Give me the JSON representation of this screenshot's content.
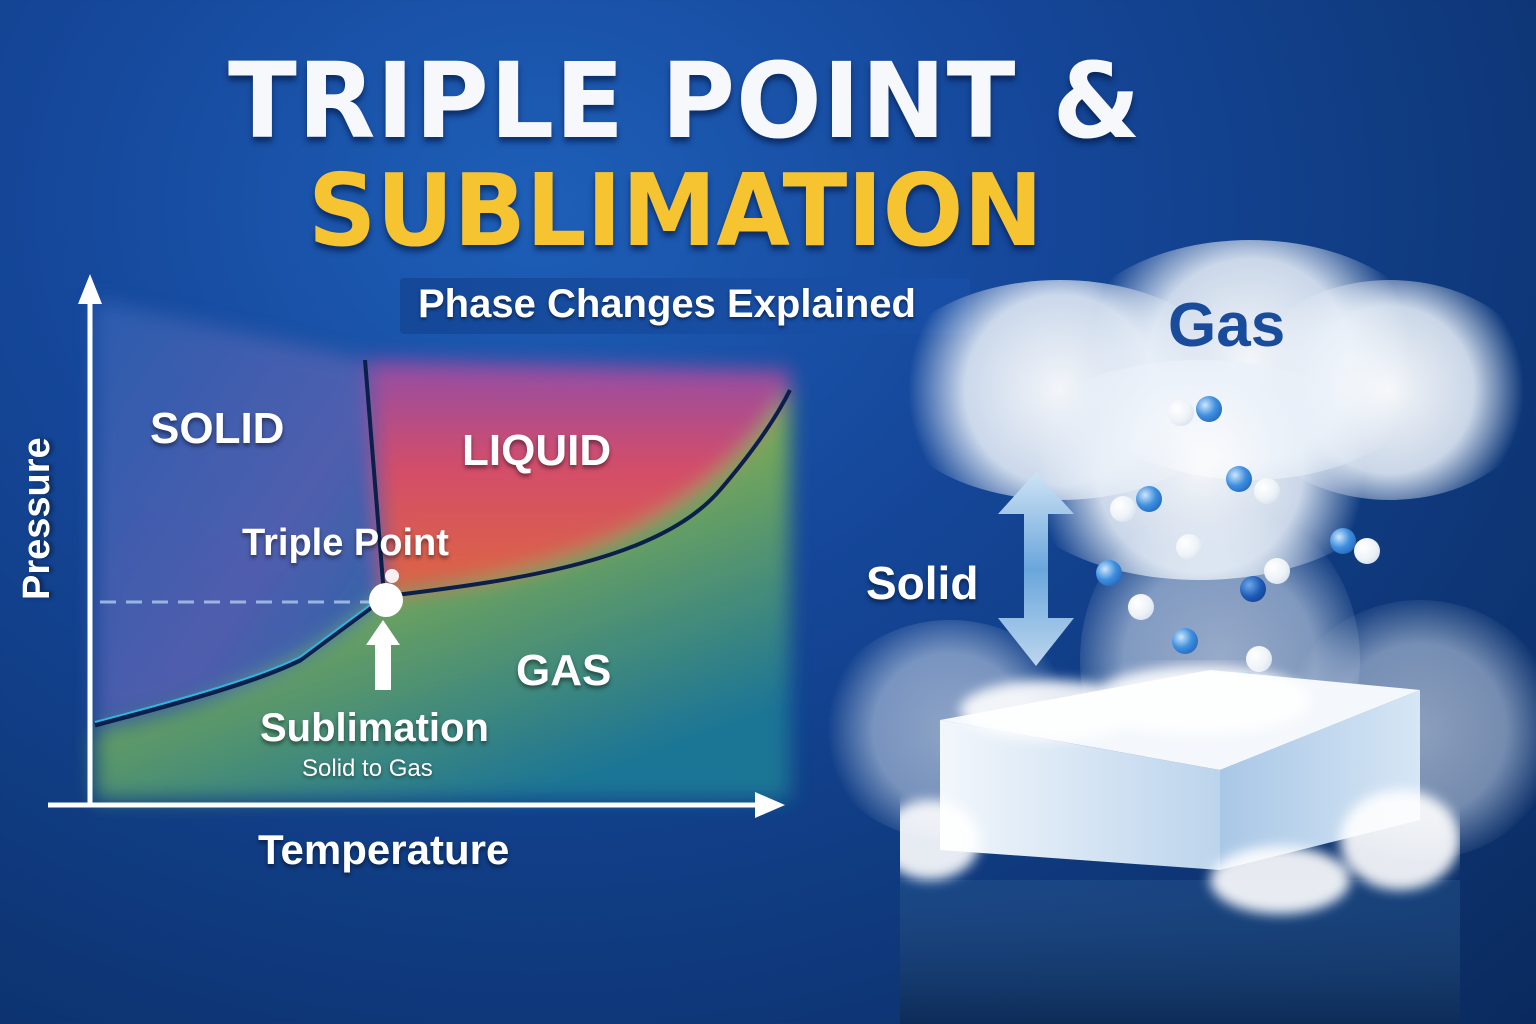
{
  "header": {
    "title_line1": "TRIPLE POINT &",
    "title_line2": "SUBLIMATION",
    "subtitle": "Phase Changes Explained"
  },
  "colors": {
    "background": "#15479a",
    "title_white": "#f6f8fb",
    "title_yellow": "#f7c431",
    "solid_region": "#3a63b8",
    "liquid_region": "#e8505a",
    "gas_region": "#d6c23a",
    "gas_label_blue": "#1a4c9c"
  },
  "diagram": {
    "y_axis_label": "Pressure",
    "x_axis_label": "Temperature",
    "regions": {
      "solid": "SOLID",
      "liquid": "LIQUID",
      "gas": "GAS"
    },
    "triple_point_label": "Triple Point",
    "sublimation_label": "Sublimation",
    "sublimation_sublabel": "Solid to Gas"
  },
  "illustration": {
    "gas_label": "Gas",
    "solid_label": "Solid",
    "arrow": "double-vertical-arrow"
  }
}
